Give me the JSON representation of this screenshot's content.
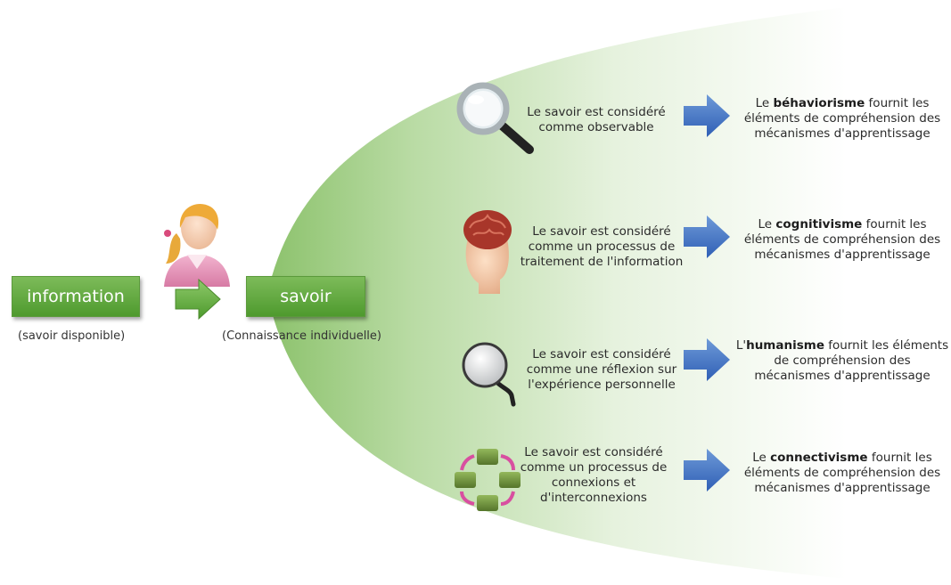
{
  "source": {
    "label": "information",
    "caption": "(savoir disponible)"
  },
  "target": {
    "label": "savoir",
    "caption": "(Connaissance individuelle)"
  },
  "rows": [
    {
      "icon": "magnifier-icon",
      "description": "Le savoir est considéré comme observable",
      "theory_prefix": "Le ",
      "theory": "béhaviorisme",
      "theory_suffix": " fournit les éléments de compréhension des mécanismes d'apprentissage"
    },
    {
      "icon": "brain-head-icon",
      "description": "Le savoir est considéré comme un processus de traitement de l'information",
      "theory_prefix": "Le ",
      "theory": "cognitivisme",
      "theory_suffix": " fournit les éléments de compréhension des mécanismes d'apprentissage"
    },
    {
      "icon": "mirror-icon",
      "description": "Le savoir est considéré comme une réflexion sur l'expérience personnelle",
      "theory_prefix": "L'",
      "theory": "humanisme",
      "theory_suffix": " fournit les éléments de compréhension des mécanismes d'apprentissage"
    },
    {
      "icon": "network-cycle-icon",
      "description": "Le savoir est considéré comme un processus de connexions et d'interconnexions",
      "theory_prefix": "Le ",
      "theory": "connectivisme",
      "theory_suffix": " fournit les éléments de compréhension des mécanismes d'apprentissage"
    }
  ],
  "colors": {
    "green": "#5ea83a",
    "blue_arrow": "#3f6fc4",
    "fan_start": "#9dcc80",
    "fan_end": "#ffffff"
  }
}
